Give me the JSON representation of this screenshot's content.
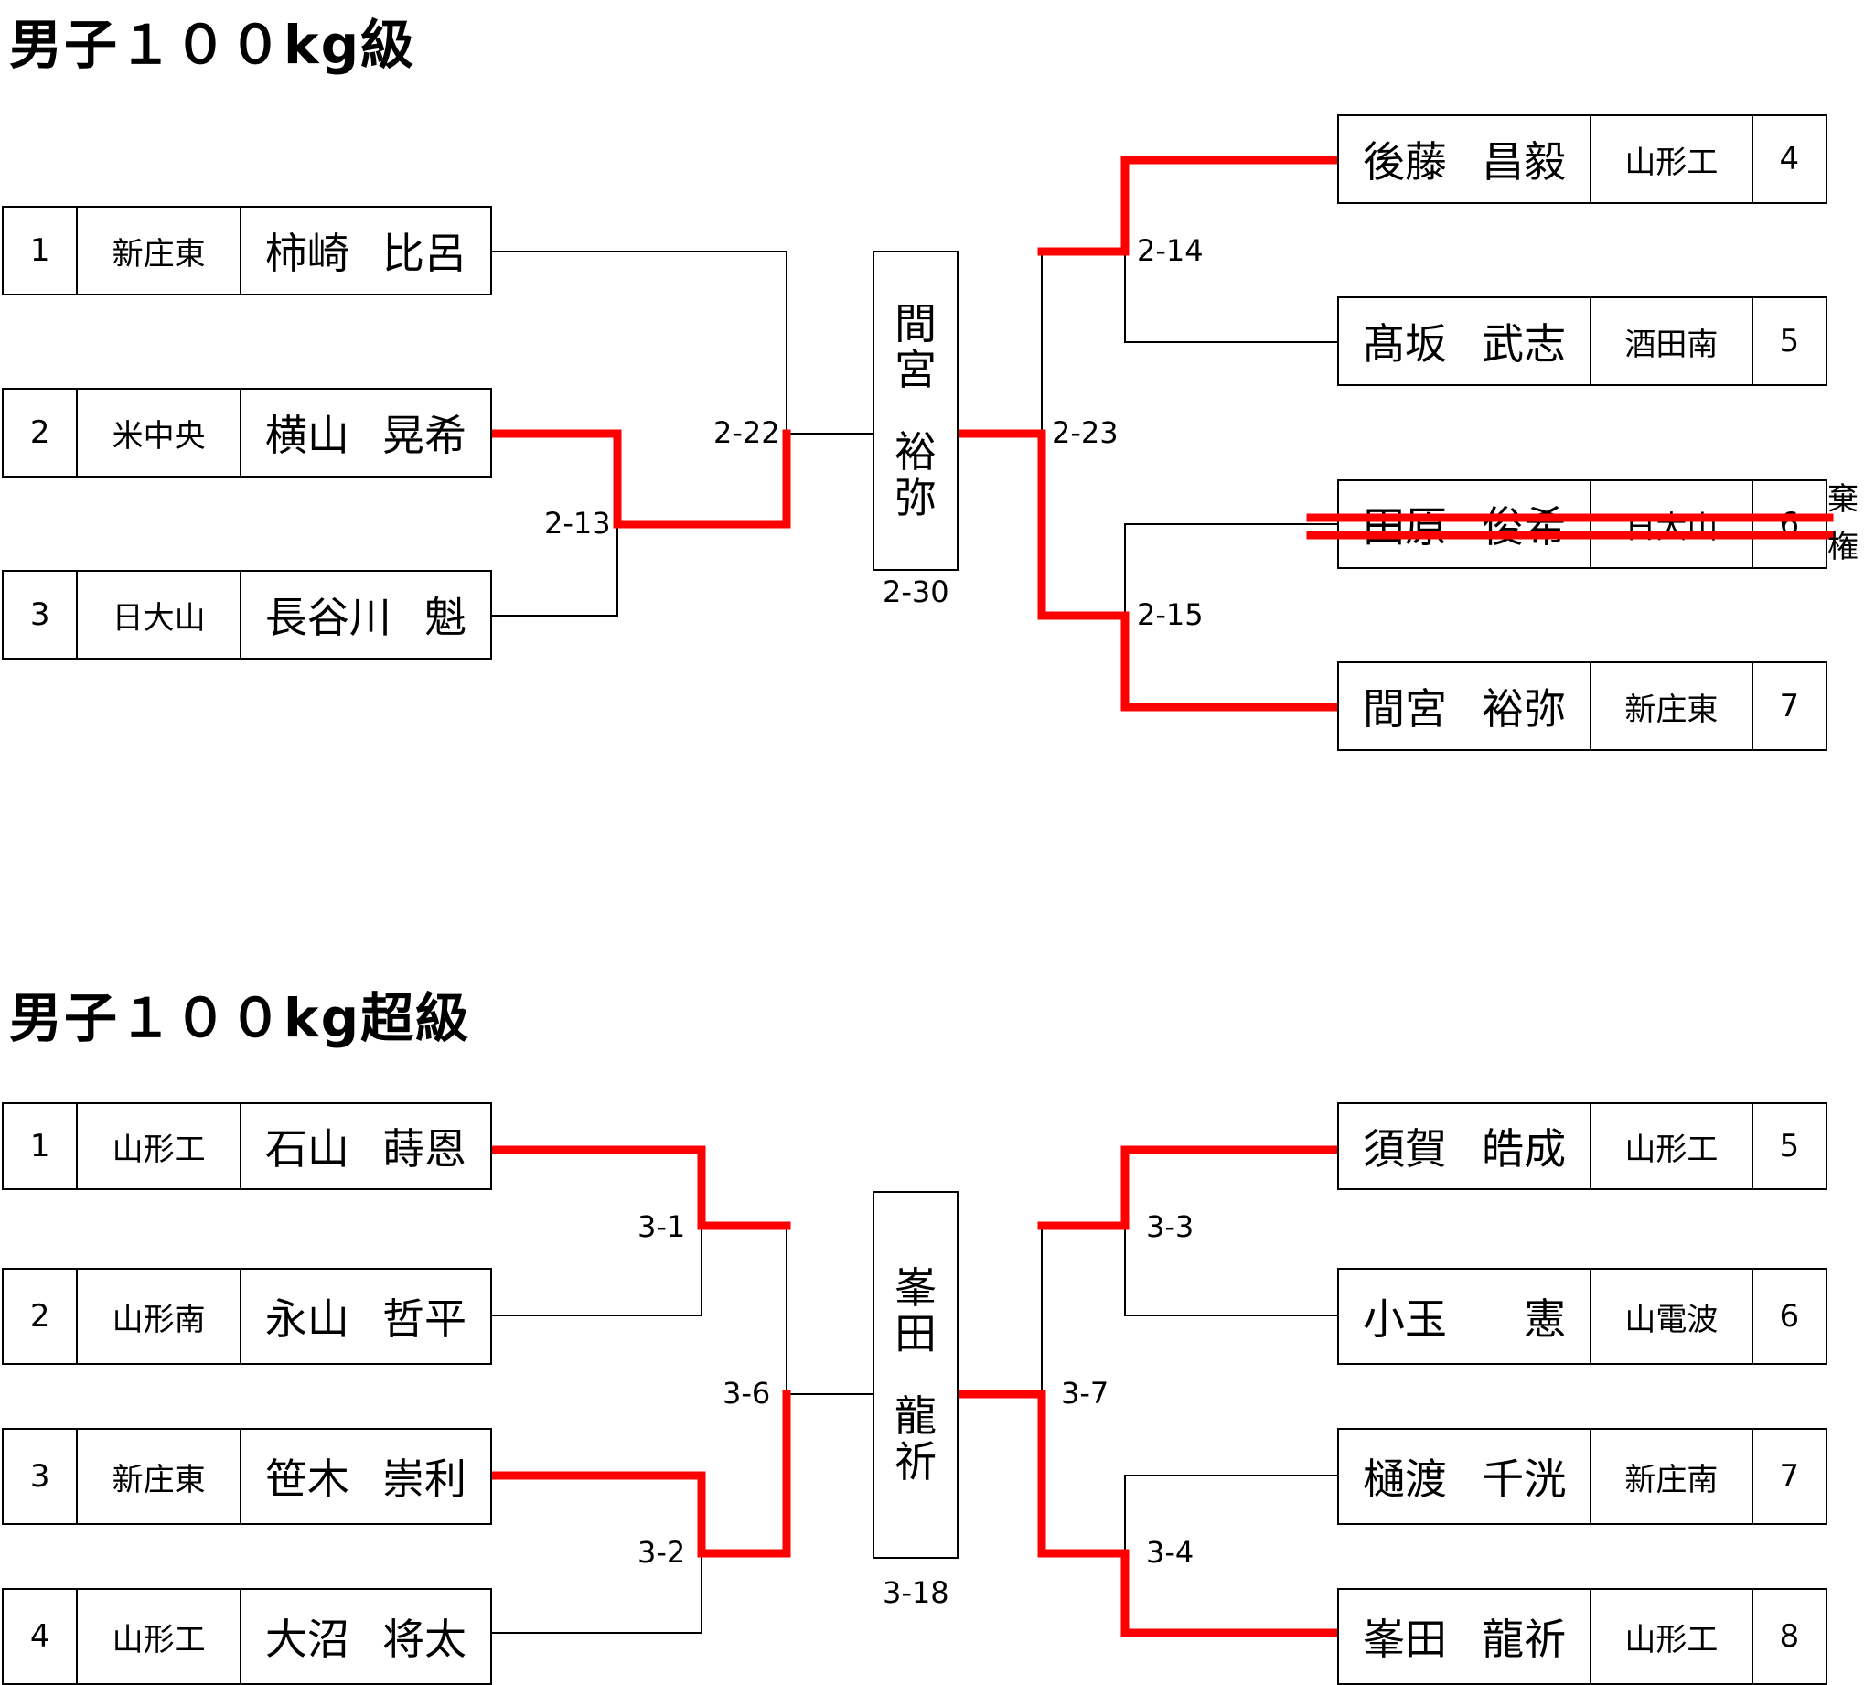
{
  "brackets": [
    {
      "title": "男子１００kg級",
      "left": [
        {
          "seed": "1",
          "school": "新庄東",
          "family": "柿崎",
          "given": "比呂"
        },
        {
          "seed": "2",
          "school": "米中央",
          "family": "横山",
          "given": "晃希"
        },
        {
          "seed": "3",
          "school": "日大山",
          "family": "長谷川",
          "given": "魁"
        }
      ],
      "right": [
        {
          "seed": "4",
          "school": "山形工",
          "family": "後藤",
          "given": "昌毅"
        },
        {
          "seed": "5",
          "school": "酒田南",
          "family": "髙坂",
          "given": "武志"
        },
        {
          "seed": "6",
          "school": "日大山",
          "family": "田原",
          "given": "俊希"
        },
        {
          "seed": "7",
          "school": "新庄東",
          "family": "間宮",
          "given": "裕弥"
        }
      ],
      "champion": {
        "family": [
          "間",
          "宮"
        ],
        "given": [
          "裕",
          "弥"
        ]
      },
      "match_labels": {
        "left_semi": "2-13",
        "left_final": "2-22",
        "champion_match": "2-30",
        "right_upper": "2-14",
        "right_lower": "2-15",
        "right_final": "2-23"
      },
      "forfeit_note": [
        "棄",
        "権"
      ]
    },
    {
      "title": "男子１００kg超級",
      "left": [
        {
          "seed": "1",
          "school": "山形工",
          "family": "石山",
          "given": "蒔恩"
        },
        {
          "seed": "2",
          "school": "山形南",
          "family": "永山",
          "given": "哲平"
        },
        {
          "seed": "3",
          "school": "新庄東",
          "family": "笹木",
          "given": "崇利"
        },
        {
          "seed": "4",
          "school": "山形工",
          "family": "大沼",
          "given": "将太"
        }
      ],
      "right": [
        {
          "seed": "5",
          "school": "山形工",
          "family": "須賀",
          "given": "皓成"
        },
        {
          "seed": "6",
          "school": "山電波",
          "family": "小玉",
          "given": "憲"
        },
        {
          "seed": "7",
          "school": "新庄南",
          "family": "樋渡",
          "given": "千洸"
        },
        {
          "seed": "8",
          "school": "山形工",
          "family": "峯田",
          "given": "龍祈"
        }
      ],
      "champion": {
        "family": [
          "峯",
          "田"
        ],
        "given": [
          "龍",
          "祈"
        ]
      },
      "match_labels": {
        "left_upper": "3-1",
        "left_lower": "3-2",
        "left_final": "3-6",
        "champion_match": "3-18",
        "right_upper": "3-3",
        "right_lower": "3-4",
        "right_final": "3-7"
      }
    }
  ],
  "colors": {
    "winner_line": "#ff0000",
    "line": "#000000"
  }
}
